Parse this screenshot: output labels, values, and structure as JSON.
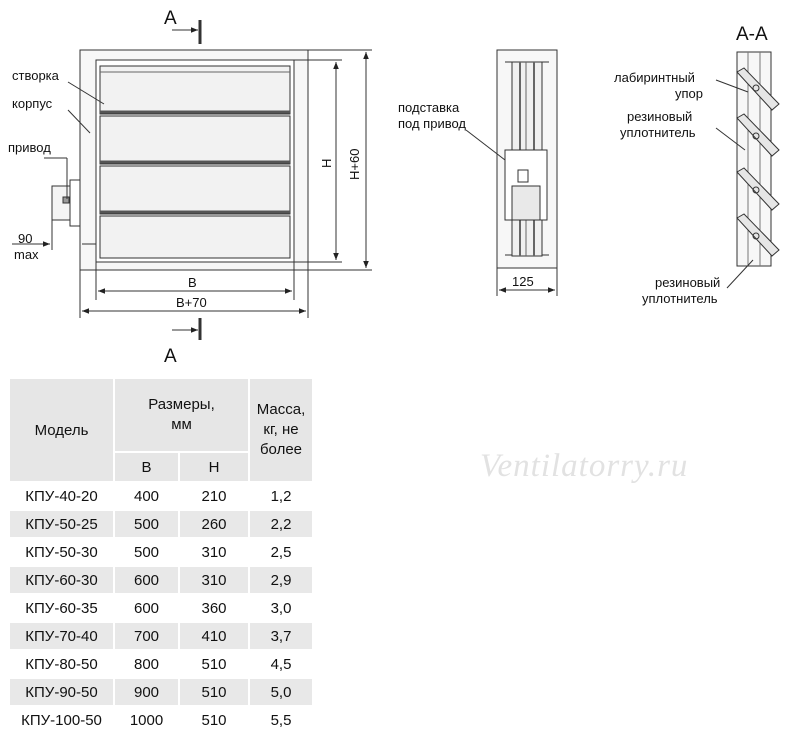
{
  "drawing": {
    "section_marker": "A",
    "section_title": "А-А",
    "front_view": {
      "label_stvorka": "створка",
      "label_korpus": "корпус",
      "label_privod": "привод",
      "dim_privod_value": "90",
      "dim_privod_note": "max",
      "dim_width": "B",
      "dim_width_total": "B+70",
      "dim_height": "H",
      "dim_height_total": "H+60"
    },
    "side_view": {
      "label_line1": "подставка",
      "label_line2": "под привод",
      "dim_depth": "125"
    },
    "section_view": {
      "label_stop_line1": "лабиринтный",
      "label_stop_line2": "упор",
      "label_seal_line1": "резиновый",
      "label_seal_line2": "уплотнитель",
      "label_seal2_line1": "резиновый",
      "label_seal2_line2": "уплотнитель"
    }
  },
  "watermark": "Ventilatorry.ru",
  "table": {
    "header": {
      "model": "Модель",
      "dims_line1": "Размеры,",
      "dims_line2": "мм",
      "mass_line1": "Масса,",
      "mass_line2": "кг, не",
      "mass_line3": "более",
      "b": "B",
      "h": "H"
    },
    "rows": [
      {
        "model": "КПУ-40-20",
        "b": "400",
        "h": "210",
        "mass": "1,2"
      },
      {
        "model": "КПУ-50-25",
        "b": "500",
        "h": "260",
        "mass": "2,2"
      },
      {
        "model": "КПУ-50-30",
        "b": "500",
        "h": "310",
        "mass": "2,5"
      },
      {
        "model": "КПУ-60-30",
        "b": "600",
        "h": "310",
        "mass": "2,9"
      },
      {
        "model": "КПУ-60-35",
        "b": "600",
        "h": "360",
        "mass": "3,0"
      },
      {
        "model": "КПУ-70-40",
        "b": "700",
        "h": "410",
        "mass": "3,7"
      },
      {
        "model": "КПУ-80-50",
        "b": "800",
        "h": "510",
        "mass": "4,5"
      },
      {
        "model": "КПУ-90-50",
        "b": "900",
        "h": "510",
        "mass": "5,0"
      },
      {
        "model": "КПУ-100-50",
        "b": "1000",
        "h": "510",
        "mass": "5,5"
      }
    ]
  }
}
